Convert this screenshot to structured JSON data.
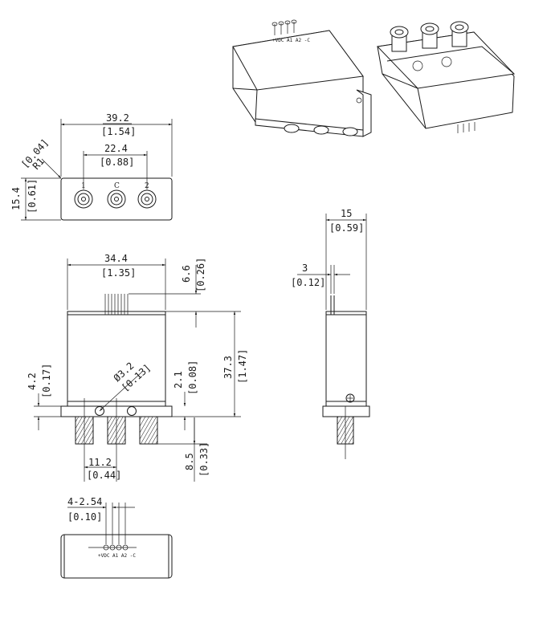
{
  "front_view": {
    "width": "39.2",
    "width_in": "[1.54]",
    "spacing": "22.4",
    "spacing_in": "[0.88]",
    "radius": "R1",
    "radius_in": "[0.04]",
    "height": "15.4",
    "height_in": "[0.61]",
    "port_labels": [
      "1",
      "C",
      "2"
    ]
  },
  "side_view": {
    "body_width": "34.4",
    "body_width_in": "[1.35]",
    "pin_height": "6.6",
    "pin_height_in": "[0.26]",
    "total_height": "37.3",
    "total_height_in": "[1.47]",
    "flange_offset": "4.2",
    "flange_offset_in": "[0.17]",
    "hole": "Ø3.2",
    "hole_in": "[0.13]",
    "flange_thick": "2.1",
    "flange_thick_in": "[0.08]",
    "connector_pitch": "11.2",
    "connector_pitch_in": "[0.44]",
    "connector_len": "8.5",
    "connector_len_in": "[0.33]"
  },
  "end_view": {
    "depth": "15",
    "depth_in": "[0.59]",
    "pin_offset": "3",
    "pin_offset_in": "[0.12]"
  },
  "top_view": {
    "pin_pitch": "4-2.54",
    "pin_pitch_in": "[0.10]",
    "pin_labels": "+VDC A1 A2 -C"
  },
  "iso_view": {
    "pin_labels": "+VDC A1 A2 -C"
  }
}
